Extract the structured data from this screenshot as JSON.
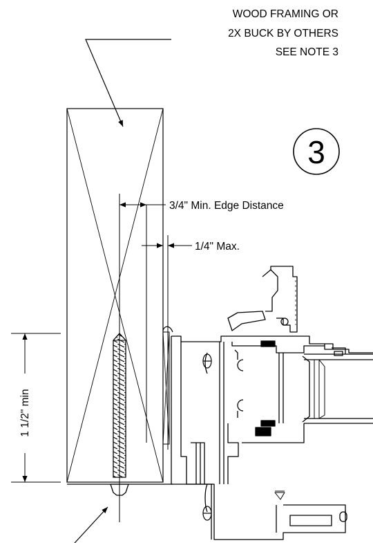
{
  "callout_lines": [
    "WOOD FRAMING OR",
    "2X BUCK BY OTHERS",
    "SEE NOTE 3"
  ],
  "detail_number": "3",
  "edge_distance_label": "3/4\" Min. Edge Distance",
  "max_gap_label": "1/4\" Max.",
  "embedment_label": "1 1/2\" min",
  "colors": {
    "ink": "#000000",
    "paper": "#ffffff"
  }
}
